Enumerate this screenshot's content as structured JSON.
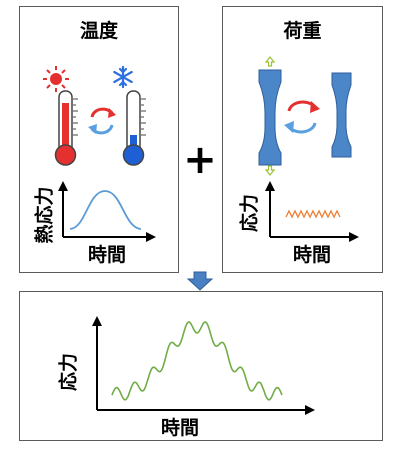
{
  "panels": {
    "temperature": {
      "title": "温度",
      "ylabel": "熱応力",
      "xlabel": "時間"
    },
    "load": {
      "title": "荷重",
      "ylabel": "応力",
      "xlabel": "時間"
    },
    "result": {
      "ylabel": "応力",
      "xlabel": "時間"
    }
  },
  "operator": "+",
  "icons": [
    "sun-icon",
    "thermometer-hot-icon",
    "thermometer-cold-icon",
    "snowflake-icon",
    "cycle-arrows-icon",
    "tensile-specimen-icon",
    "down-arrow-icon"
  ],
  "colors": {
    "hot": "#e53030",
    "cold": "#1f5fd6",
    "specimen": "#4a86c8",
    "thermal_curve": "#5b9bd5",
    "load_curve": "#ed7d31",
    "combined_curve": "#70ad47",
    "flow_arrow": "#4a7fc1"
  }
}
